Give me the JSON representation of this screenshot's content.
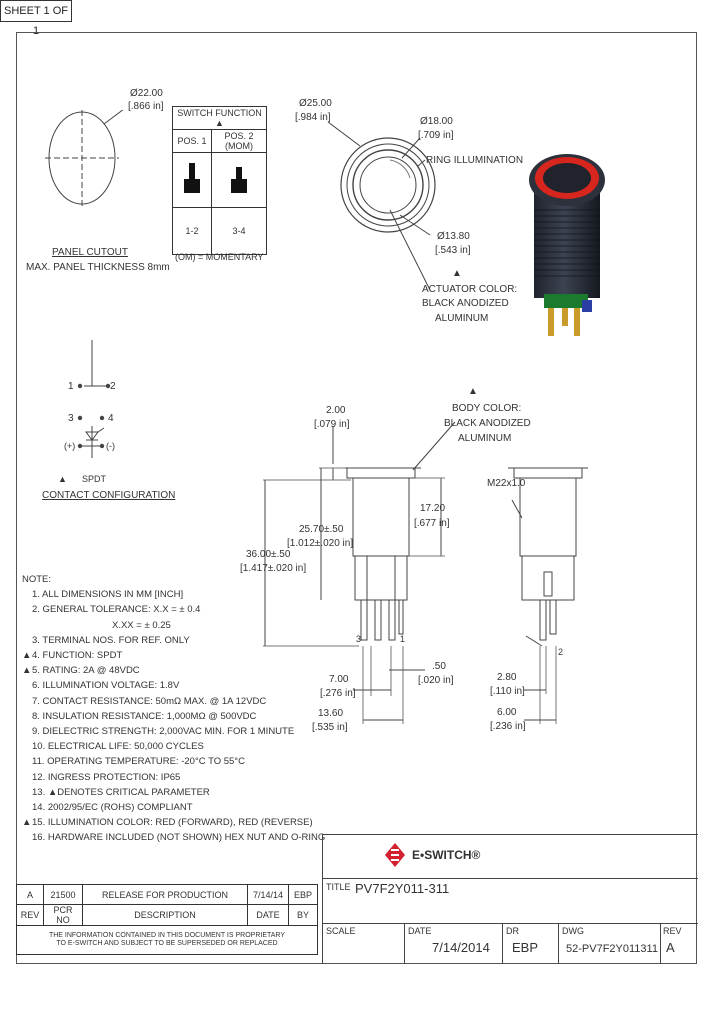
{
  "sheet": {
    "label": "SHEET 1 OF 1"
  },
  "panel_cutout": {
    "dia_mm": "Ø22.00",
    "dia_in": "[.866 in]",
    "caption1": "PANEL CUTOUT",
    "caption2": "MAX. PANEL THICKNESS 8mm"
  },
  "switch_function": {
    "header": "SWITCH FUNCTION",
    "col1": "POS. 1",
    "col2": "POS. 2 (MOM)",
    "val1": "1-2",
    "val2": "3-4",
    "footnote": "(OM) = MOMENTARY"
  },
  "front_view": {
    "dia25": "Ø25.00",
    "dia25_in": "[.984 in]",
    "dia18": "Ø18.00",
    "dia18_in": "[.709 in]",
    "ring": "RING ILLUMINATION",
    "dia13": "Ø13.80",
    "dia13_in": "[.543 in]",
    "act1": "ACTUATOR COLOR:",
    "act2": "BLACK ANODIZED",
    "act3": "ALUMINUM"
  },
  "contact": {
    "pin1": "1",
    "pin2": "2",
    "pin3": "3",
    "pin4": "4",
    "plus": "(+)",
    "minus": "(-)",
    "type": "SPDT",
    "caption": "CONTACT CONFIGURATION"
  },
  "side_view": {
    "d200": "2.00",
    "d200_in": "[.079 in]",
    "body1": "BODY COLOR:",
    "body2": "BLACK ANODIZED",
    "body3": "ALUMINUM",
    "d1720": "17.20",
    "d1720_in": "[.677 in]",
    "d2570": "25.70±.50",
    "d2570_in": "[1.012±.020 in]",
    "d3600": "36.00±.50",
    "d3600_in": "[1.417±.020 in]",
    "d700": "7.00",
    "d700_in": "[.276 in]",
    "d050": ".50",
    "d050_in": "[.020 in]",
    "d1360": "13.60",
    "d1360_in": "[.535 in]",
    "pin3": "3",
    "pin1": "1"
  },
  "end_view": {
    "thread": "M22x1.0",
    "d280": "2.80",
    "d280_in": "[.110 in]",
    "d600": "6.00",
    "d600_in": "[.236 in]",
    "pin2": "2"
  },
  "notes": {
    "header": "NOTE:",
    "items": [
      "1. ALL DIMENSIONS IN MM [INCH]",
      "2. GENERAL TOLERANCE: X.X = ± 0.4",
      "X.XX = ± 0.25",
      "3. TERMINAL NOS. FOR REF. ONLY",
      "4. FUNCTION: SPDT",
      "5. RATING: 2A @ 48VDC",
      "6. ILLUMINATION VOLTAGE: 1.8V",
      "7. CONTACT RESISTANCE: 50mΩ MAX. @ 1A 12VDC",
      "8. INSULATION RESISTANCE: 1,000MΩ @ 500VDC",
      "9. DIELECTRIC STRENGTH: 2,000VAC MIN. FOR 1 MINUTE",
      "10. ELECTRICAL LIFE: 50,000 CYCLES",
      "11. OPERATING TEMPERATURE: -20°C TO 55°C",
      "12. INGRESS PROTECTION: IP65",
      "13. ▲DENOTES CRITICAL PARAMETER",
      "14. 2002/95/EC (ROHS) COMPLIANT",
      "15. ILLUMINATION COLOR: RED (FORWARD), RED (REVERSE)",
      "16. HARDWARE INCLUDED (NOT SHOWN) HEX NUT AND O-RING"
    ]
  },
  "revision": {
    "rev": "A",
    "pcr": "21500",
    "desc": "RELEASE FOR PRODUCTION",
    "date": "7/14/14",
    "by": "EBP",
    "h_rev": "REV",
    "h_pcr": "PCR NO",
    "h_desc": "DESCRIPTION",
    "h_date": "DATE",
    "h_by": "BY",
    "notice1": "THE INFORMATION CONTAINED IN THIS DOCUMENT IS PROPRIETARY",
    "notice2": "TO E-SWITCH AND SUBJECT TO BE SUPERSEDED OR REPLACED"
  },
  "title_block": {
    "brand": "E•SWITCH®",
    "title_label": "TITLE",
    "title": "PV7F2Y011-311",
    "scale_label": "SCALE",
    "date_label": "DATE",
    "date": "7/14/2014",
    "dr_label": "DR",
    "dr": "EBP",
    "dwg_label": "DWG",
    "dwg": "52-PV7F2Y011311",
    "rev_label": "REV",
    "rev": "A"
  },
  "colors": {
    "ring": "#d7261e",
    "body": "#2a2e38",
    "pin": "#c89b2a",
    "brand": "#d22030"
  }
}
